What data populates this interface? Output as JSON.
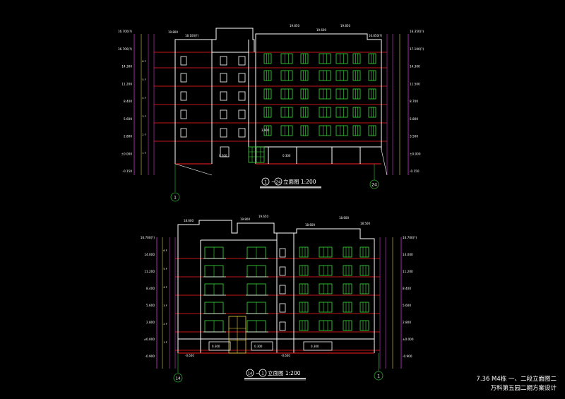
{
  "drawings": [
    {
      "caption_axes": [
        "1",
        "24"
      ],
      "caption_text": "立面图 1:200",
      "bottom_axes": [
        "1",
        "24"
      ],
      "elevations_left": [
        "16.700(?)",
        "16.700(?)",
        "14.300",
        "11.200",
        "8.400",
        "5.600",
        "2.800",
        "±0.000",
        "-0.150"
      ],
      "floors_left": [
        "6 F",
        "5 F",
        "4 F",
        "3 F",
        "2 F",
        "1 F"
      ],
      "elevations_right": [
        "16.350(?)",
        "17.100(?)",
        "14.300",
        "11.500",
        "8.700",
        "5.800",
        "3.500",
        "±0.000",
        "-0.150"
      ],
      "top_labels": [
        "19.800",
        "18.100(?)",
        "19.850",
        "19.600",
        "19.850",
        "16.850(?)"
      ],
      "inline_labels": [
        "3.900",
        "0.300",
        "0.300"
      ]
    },
    {
      "caption_axes": [
        "14",
        "1"
      ],
      "caption_text": "立面图 1:200",
      "bottom_axes": [
        "14",
        "1"
      ],
      "elevations_left": [
        "16.700(?)",
        "14.000",
        "11.200",
        "8.400",
        "5.600",
        "2.800",
        "±0.000",
        "-0.900"
      ],
      "floors_left": [
        "6 F",
        "5 F",
        "4 F",
        "3 F",
        "2 F",
        "1 F"
      ],
      "elevations_right": [
        "16.700(?)",
        "14.000",
        "11.200",
        "8.400",
        "5.600",
        "2.800",
        "±0.000",
        "-0.900"
      ],
      "top_labels": [
        "18.600",
        "19.800",
        "19.650",
        "18.600",
        "18.600",
        "18.500"
      ],
      "inline_labels": [
        "-0.600",
        "0.300",
        "0.300",
        "0.300",
        "-0.600"
      ]
    }
  ],
  "title_block": {
    "line1": "7.36  M4栋   一、二段立面图二",
    "line2": "万科第五园二期方案设计"
  },
  "colors": {
    "background": "#000000",
    "wall": "#ffffff",
    "floor_line": "#ff2020",
    "window_green": "#3ce03c",
    "grid_green": "#2fa82f",
    "dim_magenta": "#d23ad2",
    "dim_yellow": "#e6d23c",
    "text": "#ffffff"
  }
}
